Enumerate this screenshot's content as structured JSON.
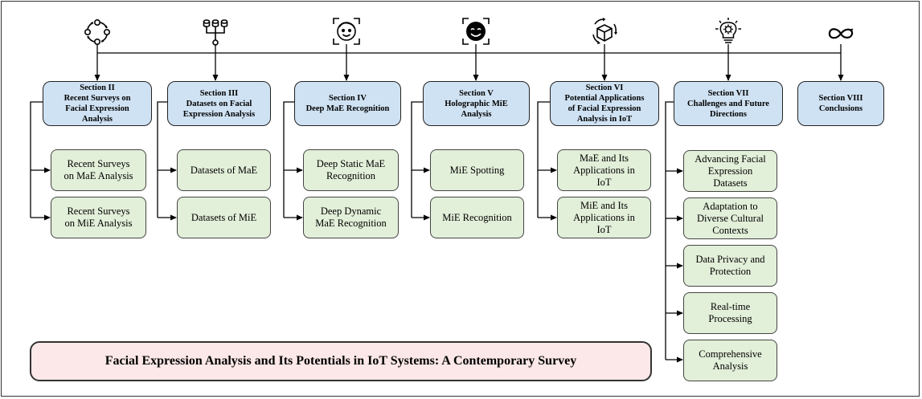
{
  "diagram": {
    "title": "Facial Expression Analysis and Its Potentials in IoT Systems: A Contemporary Survey",
    "sections": [
      {
        "id": "s2",
        "label": "Section II\nRecent Surveys on\nFacial Expression\nAnalysis",
        "icon": "cycle-arrows-icon",
        "children": [
          "Recent Surveys\non MaE Analysis",
          "Recent Surveys\non MiE Analysis"
        ]
      },
      {
        "id": "s3",
        "label": "Section III\nDatasets on Facial\nExpression Analysis",
        "icon": "database-tree-icon",
        "children": [
          "Datasets of MaE",
          "Datasets of MiE"
        ]
      },
      {
        "id": "s4",
        "label": "Section IV\nDeep MaE Recognition",
        "icon": "face-scan-icon",
        "children": [
          "Deep Static MaE\nRecognition",
          "Deep Dynamic\nMaE Recognition"
        ]
      },
      {
        "id": "s5",
        "label": "Section V\nHolographic MiE\nAnalysis",
        "icon": "smile-scan-icon",
        "children": [
          "MiE Spotting",
          "MiE Recognition"
        ]
      },
      {
        "id": "s6",
        "label": "Section  VI\nPotential Applications\nof Facial Expression\nAnalysis in IoT",
        "icon": "iot-cube-icon",
        "children": [
          "MaE and Its\nApplications in\nIoT",
          "MiE and Its\nApplications in\nIoT"
        ]
      },
      {
        "id": "s7",
        "label": "Section VII\nChallenges and Future\nDirections",
        "icon": "lightbulb-gear-icon",
        "children": [
          "Advancing Facial\nExpression\nDatasets",
          "Adaptation to\nDiverse Cultural\nContexts",
          "Data Privacy and\nProtection",
          "Real-time\nProcessing",
          "Comprehensive\nAnalysis"
        ]
      },
      {
        "id": "s8",
        "label": "Section VIII\nConclusions",
        "icon": "infinity-loop-icon",
        "children": []
      }
    ]
  }
}
